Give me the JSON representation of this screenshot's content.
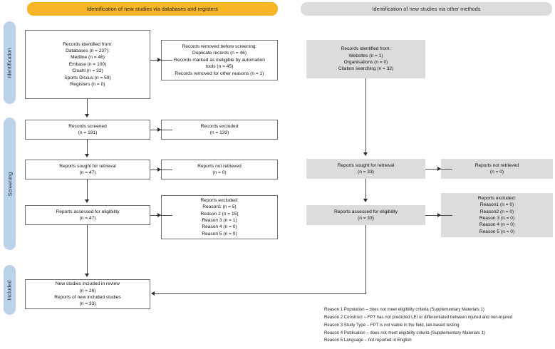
{
  "banners": {
    "left": "Identification of new studies via databases and registers",
    "right": "Identification of new studies via other methods"
  },
  "stages": [
    {
      "label": "Identification"
    },
    {
      "label": "Screening"
    },
    {
      "label": "Included"
    }
  ],
  "left_column": {
    "identified": [
      "Records identified from:",
      "Databases (n = 237):",
      "Medline (n = 46)",
      "Embase (n = 100)",
      "Cinahl (n = 32)",
      "Sports Discus (n = 59)",
      "Registers (n = 0)"
    ],
    "removed_before_screening": [
      "Records removed before screening:",
      "Duplicate records (n = 46)",
      "Records marked as ineligible by automation",
      "tools (n = 45)",
      "Records removed for other reasons (n = 1)"
    ],
    "screened": [
      "Records screened",
      "(n = 191)"
    ],
    "excluded": [
      "Records excluded",
      "(n = 133)"
    ],
    "sought_for_retrieval": [
      "Reports sought for retrieval",
      "(n = 47)"
    ],
    "not_retrieved": [
      "Reports not retrieved",
      "(n = 0)"
    ],
    "assessed_for_eligibility": [
      "Reports assessed for eligibility",
      "(n = 47)"
    ],
    "reports_excluded": [
      "Reports excluded:",
      "Reason1 (n = 5)",
      "Reason 2 (n = 15)",
      "Reason 3 (n = 1)",
      "Reason 4 (n = 0)",
      "Reason 5 (n = 0)"
    ]
  },
  "right_column": {
    "identified": [
      "Records identified from:",
      "Websites (n = 1)",
      "Organisations (n = 0)",
      "Citation searching (n = 32)"
    ],
    "sought_for_retrieval": [
      "Reports sought for retrieval",
      "(n = 33)"
    ],
    "not_retrieved": [
      "Reports not retrieved",
      "(n = 0)"
    ],
    "assessed_for_eligibility": [
      "Reports assessed for eligibility",
      "(n = 33)"
    ],
    "reports_excluded": [
      "Reports excluded:",
      "Reason1 (n = 0)",
      "Reason2 (n = 0)",
      "Reason 3 (n = 0)",
      "Reason 4 (n = 0)",
      "Reason 5 (n = 0)"
    ]
  },
  "included_box": [
    "New studies included in review",
    "(n = 26)",
    "Reports of new included studies",
    "(n = 33)"
  ],
  "footnotes": [
    "Reason 1 Population – does not meet eligibility criteria (Supplementary Materials 1)",
    "Reason 2 Construct – FPT has not predicted LEI or differentiated between injured and non-injured",
    "Reason 3 Study Type – FPT is not viable in the field, lab-based testing",
    "Reason 4 Publication – does not meet eligibility criteria (Supplementary Materials 1)",
    "Reason 5 Language – not reported in English"
  ],
  "colors": {
    "banner_amber": "#f5b525",
    "banner_grey": "#dcdcdc",
    "stage_pill": "#bcd2ea",
    "box_border": "#6f6f6f",
    "box_fill_grey": "#dcdcdc",
    "connector": "#4a4a4a"
  }
}
